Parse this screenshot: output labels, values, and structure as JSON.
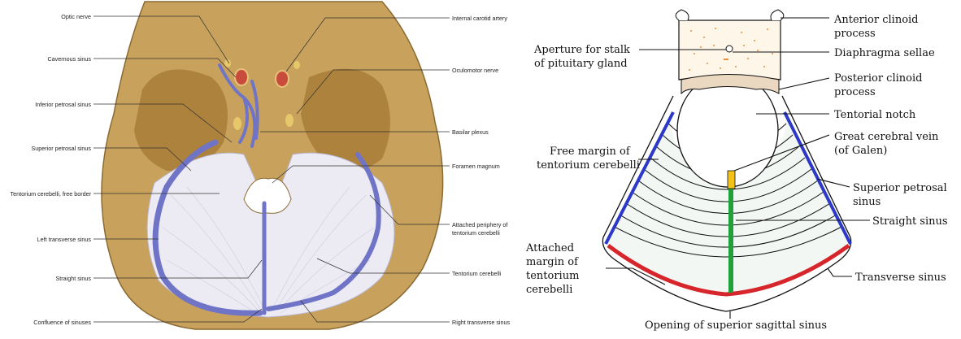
{
  "colors": {
    "bone": "#c8a25c",
    "bone_dark": "#9a7335",
    "membrane": "#eceaf3",
    "vein": "#6f74c7",
    "artery": "#c84b3b",
    "blue_sinus": "#2c39c8",
    "red_sinus": "#d6262b",
    "green_sinus": "#1fa23a",
    "stipple": "#f08b3a"
  },
  "left_panel": {
    "labels_left": [
      "Optic nerve",
      "Cavernous sinus",
      "Inferior petrosal sinus",
      "Superior petrosal sinus",
      "Tentorium cerebelli, free border",
      "Left transverse sinus",
      "Straight  sinus",
      "Confluence of sinuses"
    ],
    "labels_right": [
      "Internal carotid artery",
      "Oculomotor nerve",
      "Basilar plexus",
      "Foramen magnum",
      "Attached periphery of",
      "tentorium cerebelli",
      "Tentorium cerebelli",
      "Right transverse sinus"
    ]
  },
  "right_panel": {
    "labels": {
      "anterior_clinoid_1": "Anterior clinoid",
      "anterior_clinoid_2": "process",
      "aperture_1": "Aperture for stalk",
      "aperture_2": "of pituitary gland",
      "diaphragma": "Diaphragma sellae",
      "posterior_clinoid_1": "Posterior clinoid",
      "posterior_clinoid_2": "process",
      "tentorial_notch": "Tentorial notch",
      "great_vein_1": "Great cerebral vein",
      "great_vein_2": "(of Galen)",
      "free_margin_1": "Free margin of",
      "free_margin_2": "tentorium cerebelli",
      "sup_petrosal_1": "Superior petrosal",
      "sup_petrosal_2": "sinus",
      "straight": "Straight sinus",
      "attached_1": "Attached",
      "attached_2": "margin of",
      "attached_3": "tentorium",
      "attached_4": "cerebelli",
      "transverse": "Transverse sinus",
      "opening": "Opening of superior sagittal sinus"
    }
  }
}
